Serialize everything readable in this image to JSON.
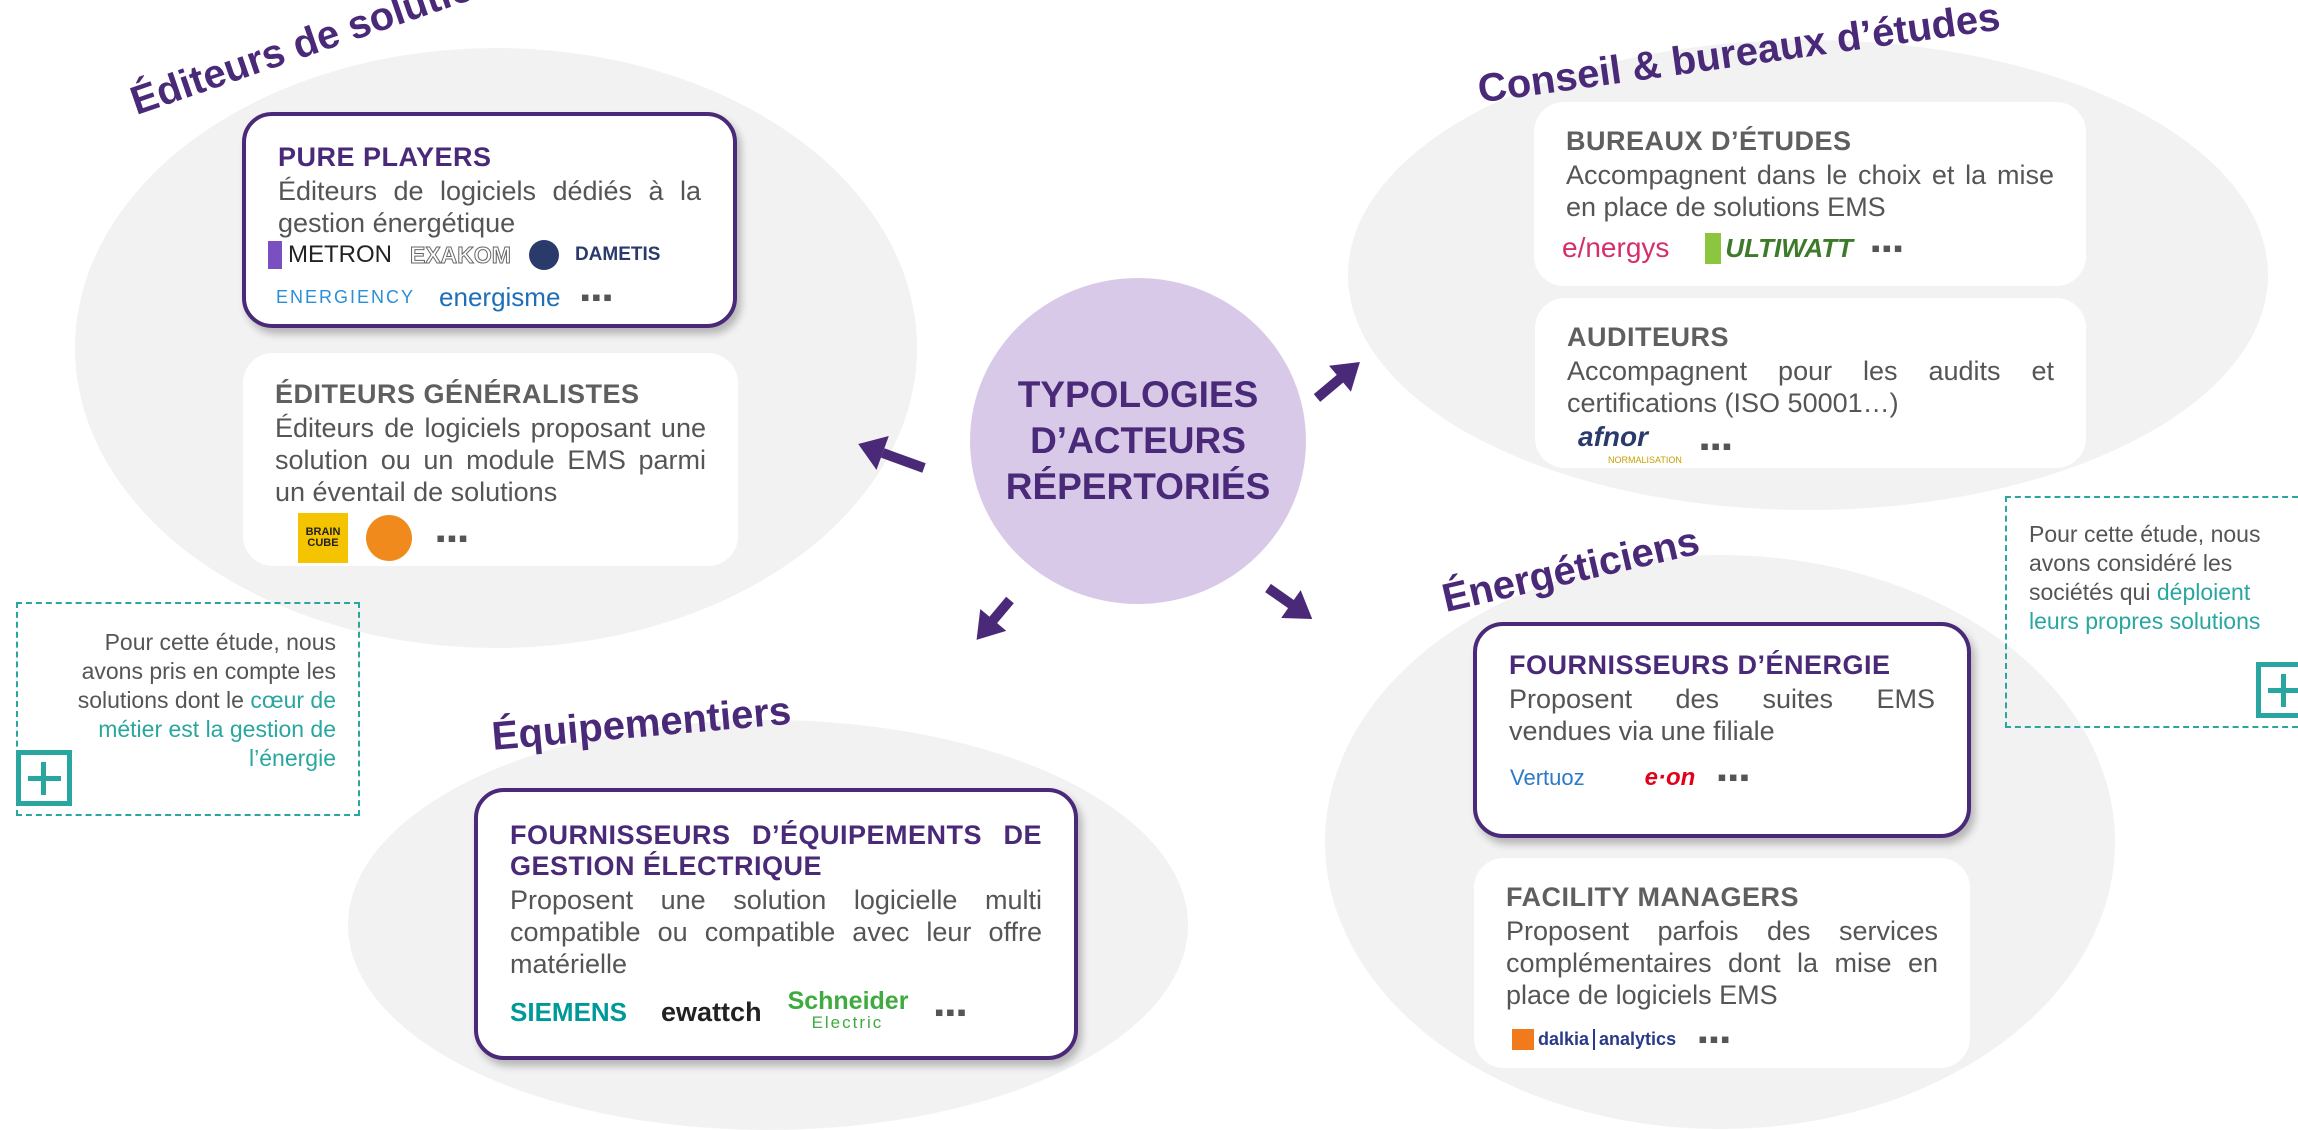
{
  "center": {
    "title": "TYPOLOGIES\nD’ACTEURS\nRÉPERTORIÉS"
  },
  "sections": {
    "editeurs": {
      "title": "Éditeurs de solutions"
    },
    "conseil": {
      "title": "Conseil & bureaux d’études"
    },
    "equipementiers": {
      "title": "Équipementiers"
    },
    "energeticiens": {
      "title": "Énergéticiens"
    }
  },
  "cards": {
    "pure_players": {
      "title": "PURE PLAYERS",
      "desc": "Éditeurs de logiciels dédiés à la gestion énergétique",
      "logos": [
        "METRON",
        "EXAKOM",
        "DAMETIS",
        "ENERGIENCY",
        "energisme"
      ]
    },
    "generalistes": {
      "title": "ÉDITEURS GÉNÉRALISTES",
      "desc": "Éditeurs de logiciels proposant une solution ou un module EMS parmi un éventail de solutions",
      "logos": [
        "BRAIN CUBE"
      ]
    },
    "bureaux": {
      "title": "BUREAUX D’ÉTUDES",
      "desc": "Accompagnent dans le choix et la mise en place de solutions EMS",
      "logos": [
        "e/nergys",
        "ULTIWATT"
      ]
    },
    "auditeurs": {
      "title": "AUDITEURS",
      "desc": "Accompagnent pour les audits et certifications (ISO 50001…)",
      "logos": [
        "afnor",
        "NORMALISATION"
      ]
    },
    "equipements": {
      "title": "FOURNISSEURS D’ÉQUIPEMENTS DE GESTION ÉLECTRIQUE",
      "desc": "Proposent une solution logicielle multi compatible ou compatible avec leur offre matérielle",
      "logos": [
        "SIEMENS",
        "ewattch",
        "Schneider",
        "Electric"
      ]
    },
    "energie": {
      "title": "FOURNISSEURS D’ÉNERGIE",
      "desc": "Proposent des suites EMS vendues via une filiale",
      "logos": [
        "Vertuoz",
        "e·on"
      ]
    },
    "facility": {
      "title": "FACILITY MANAGERS",
      "desc": "Proposent parfois des services complémentaires dont la mise en place de logiciels EMS",
      "logos": [
        "dalkia",
        "analytics"
      ]
    }
  },
  "ellipsis": "▪▪▪",
  "notes": {
    "left": {
      "text": "Pour cette étude, nous avons pris en compte les solutions dont le",
      "highlight": "cœur de métier est la gestion de l’énergie"
    },
    "right": {
      "text": "Pour cette étude, nous avons considéré les sociétés qui",
      "highlight": "déploient leurs propres solutions"
    }
  },
  "colors": {
    "accent": "#4a2a78",
    "teal": "#2aa6a0",
    "center_fill": "#d8c9e9",
    "blob": "#f2f2f2"
  }
}
